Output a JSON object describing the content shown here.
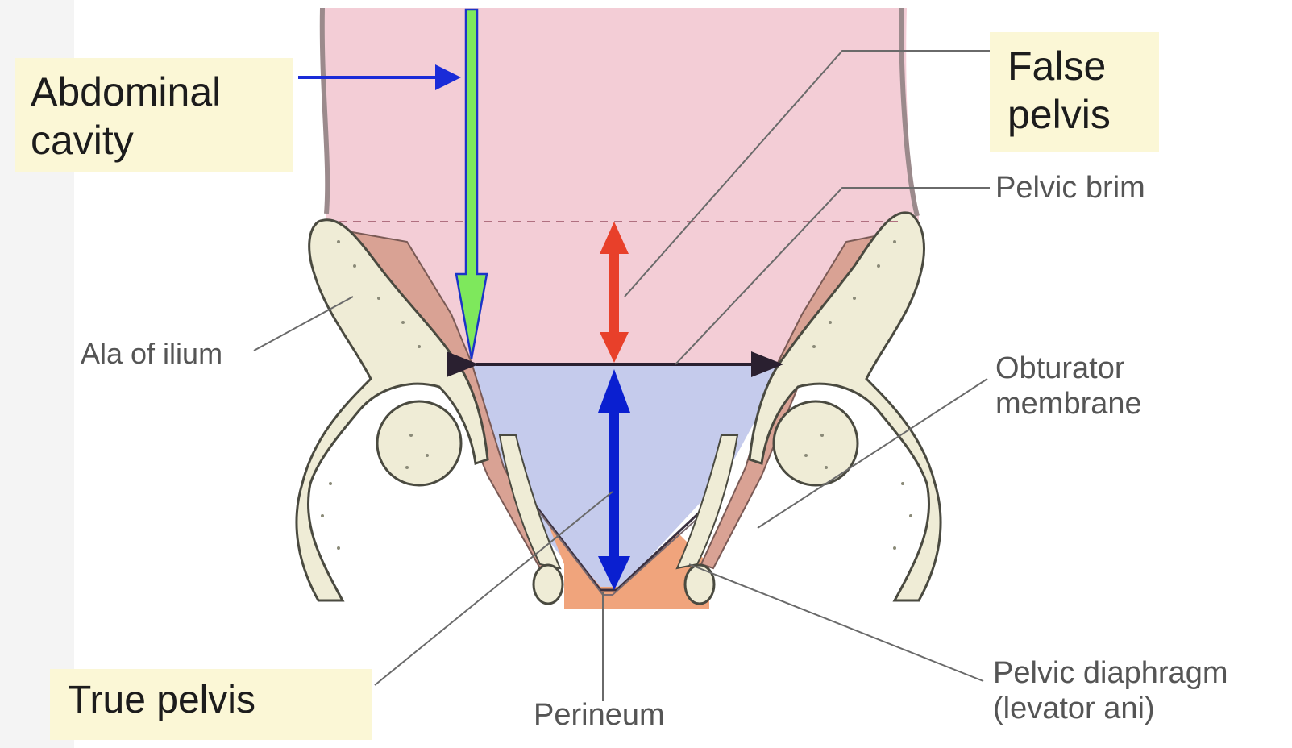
{
  "callouts": {
    "abdominal_cavity": "Abdominal\ncavity",
    "false_pelvis": "False\npelvis",
    "true_pelvis": "True pelvis"
  },
  "labels": {
    "pelvic_brim": "Pelvic brim",
    "ala_of_ilium": "Ala of ilium",
    "obturator_membrane": "Obturator\nmembrane",
    "perineum": "Perineum",
    "pelvic_diaphragm": "Pelvic diaphragm\n(levator ani)"
  },
  "colors": {
    "abdominal_region": "#f3cdd6",
    "true_pelvis_region": "#c5cbec",
    "perineum_region": "#f0a47c",
    "bone": "#efecd6",
    "muscle": "#d9a294",
    "arrow_green": "#7ee85c",
    "arrow_red": "#e8402a",
    "arrow_blue": "#0a1fd0",
    "callout_bg": "#fbf7d6"
  }
}
